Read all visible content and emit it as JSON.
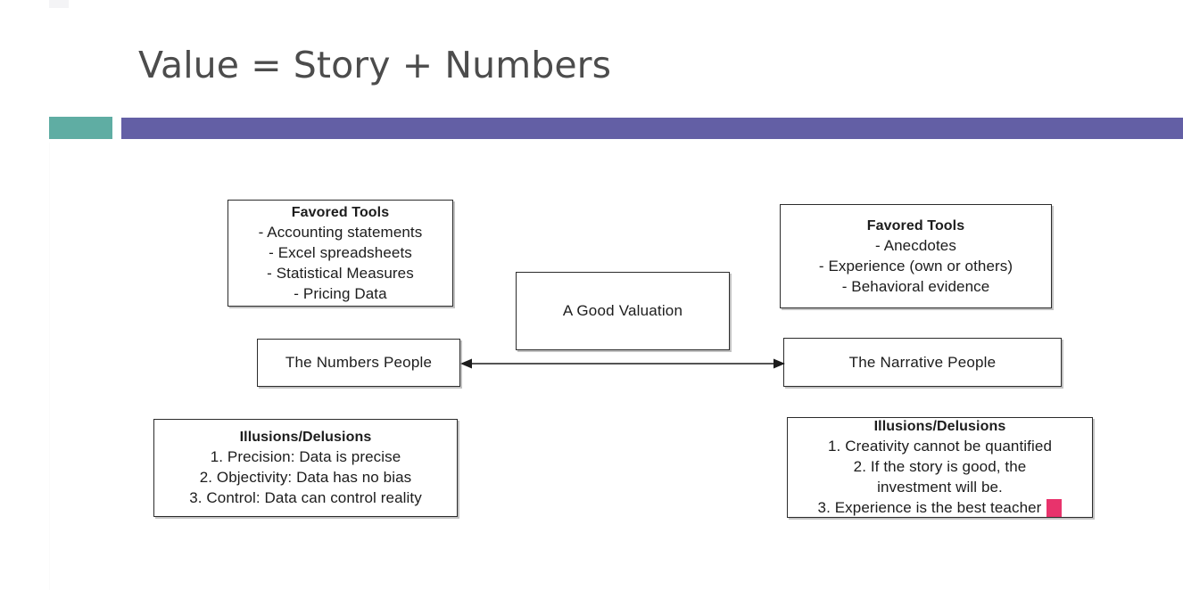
{
  "slide": {
    "title": "Value = Story + Numbers",
    "accent_teal": "#5FADA3",
    "accent_purple": "#635FA5",
    "highlight_pink": "#E8336C",
    "background": "#FFFFFF"
  },
  "diagram": {
    "center": {
      "label": "A Good Valuation"
    },
    "left_branch": {
      "person_label": "The Numbers People",
      "tools": {
        "heading": "Favored Tools",
        "items": [
          "- Accounting statements",
          "- Excel spreadsheets",
          "- Statistical Measures",
          "- Pricing Data"
        ]
      },
      "illusions": {
        "heading": "Illusions/Delusions",
        "items": [
          "1. Precision: Data is precise",
          "2. Objectivity: Data has no bias",
          "3. Control: Data can control reality"
        ]
      }
    },
    "right_branch": {
      "person_label": "The Narrative People",
      "tools": {
        "heading": "Favored Tools",
        "items": [
          "- Anecdotes",
          "- Experience (own or others)",
          "- Behavioral evidence"
        ]
      },
      "illusions": {
        "heading": "Illusions/Delusions",
        "items": [
          "1. Creativity cannot be quantified",
          "2. If the story is good, the",
          "investment will be.",
          "3. Experience is the best teacher"
        ]
      }
    },
    "connector": {
      "type": "double-headed-arrow",
      "from": "The Numbers People",
      "to": "The Narrative People"
    }
  }
}
